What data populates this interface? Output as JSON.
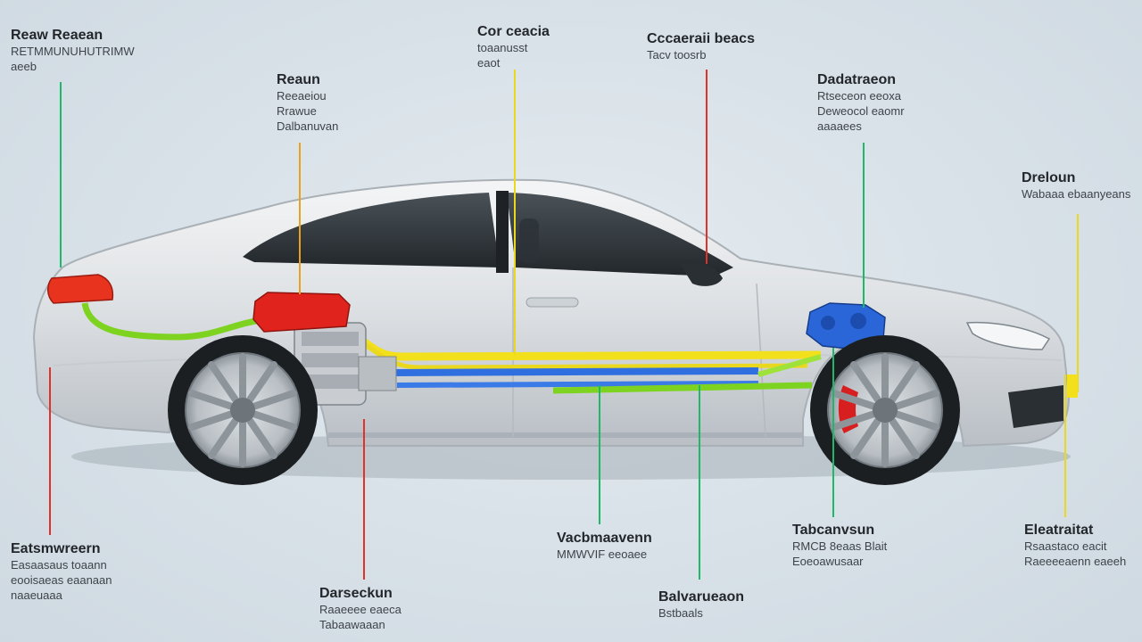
{
  "callouts": [
    {
      "title": "Reaw Reaean",
      "lines": [
        "RETMMUNUHUTRIMW",
        "aeeb"
      ]
    },
    {
      "title": "Reaun",
      "lines": [
        "Reeaeiou",
        "Rrawue",
        "Dalbanuvan"
      ]
    },
    {
      "title": "Cor ceacia",
      "lines": [
        "toaanusst",
        "eaot"
      ]
    },
    {
      "title": "Cccaeraii beacs",
      "lines": [
        "Tacv toosrb"
      ]
    },
    {
      "title": "Dadatraeon",
      "lines": [
        "Rtseceon eeoxa",
        "Deweocol eaomr",
        "aaaaees"
      ]
    },
    {
      "title": "Dreloun",
      "lines": [
        "Wabaaa ebaanyeans"
      ]
    },
    {
      "title": "Eatsmwreern",
      "lines": [
        "Easaasaus toaann",
        "eooisaeas eaanaan",
        "naaeuaaa"
      ]
    },
    {
      "title": "Darseckun",
      "lines": [
        "Raaeeee eaeca",
        "Tabaawaaan"
      ]
    },
    {
      "title": "Vacbmaavenn",
      "lines": [
        "MMWVIF eeoaee"
      ]
    },
    {
      "title": "Balvarueaon",
      "lines": [
        "Bstbaals"
      ]
    },
    {
      "title": "Tabcanvsun",
      "lines": [
        "RMCB 8eaas Blait",
        "Eoeoawusaar"
      ]
    },
    {
      "title": "Eleatraitat",
      "lines": [
        "Rsaastaco eacit",
        "Raeeeeaenn eaeeh"
      ]
    }
  ],
  "colors": {
    "background": "#d9e2e8",
    "body": "#e3e6e9",
    "glass": "#2d3236",
    "exhaust_green": "#7ed321",
    "exhaust_yellow": "#f2e01d",
    "fuel_blue": "#2f6fe0",
    "engine_red": "#e0231c",
    "motor_blue": "#2a66d8",
    "leader_green": "#1fb86a",
    "leader_yellow": "#e9d81e",
    "leader_red": "#e0312a",
    "brake_caliper": "#d81f1f"
  }
}
